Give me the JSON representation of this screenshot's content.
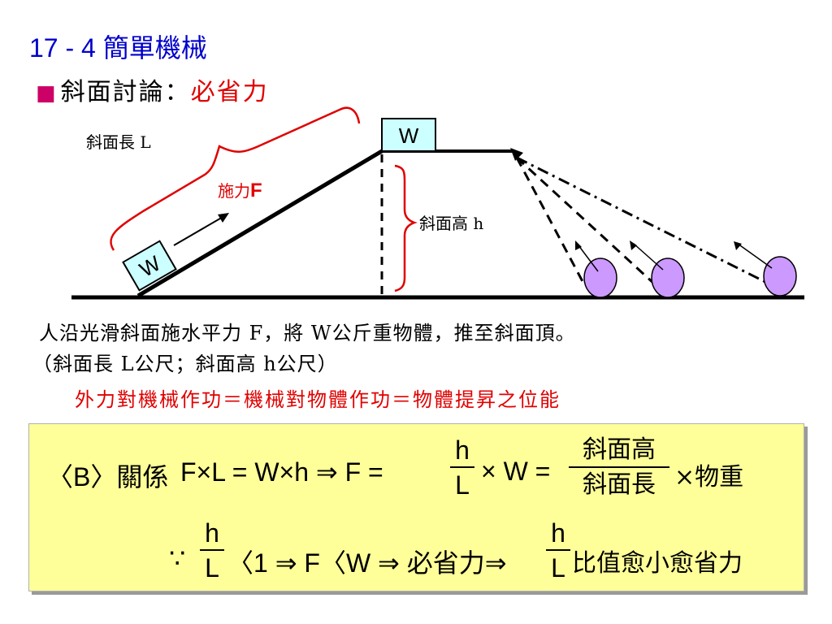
{
  "title": "17 - 4 簡單機械",
  "subtitle": {
    "bullet": "■",
    "text": "斜面討論：",
    "emphasis": "必省力"
  },
  "diagram": {
    "slope_length_label": "斜面長 L",
    "force_label_text": "施力",
    "force_label_symbol": "F",
    "height_label": "斜面高 h",
    "block_top_label": "W",
    "block_bottom_label": "W"
  },
  "description": {
    "line1": "人沿光滑斜面施水平力 F，將 W公斤重物體，推至斜面頂。",
    "line2": "（斜面長 L公尺；斜面高 h公尺）",
    "principle": "外力對機械作功＝機械對物體作功＝物體提昇之位能"
  },
  "formula": {
    "line1_prefix": "〈B〉關係",
    "line1_eq": "F×L = W×h ⇒ F =",
    "frac_num": "h",
    "frac_den": "L",
    "line1_times_w": "× W =",
    "frac2_num": "斜面高",
    "frac2_den": "斜面長",
    "line1_suffix": "×物重",
    "line2_because": "∵",
    "line2_mid": "〈1 ⇒ F〈W ⇒ 必省力⇒",
    "line2_suffix": "比值愈小愈省力"
  },
  "colors": {
    "title": "#0000cc",
    "emphasis": "#e00000",
    "box": "#ffff99",
    "block": "#ccffff",
    "ball": "#cc99ff"
  }
}
